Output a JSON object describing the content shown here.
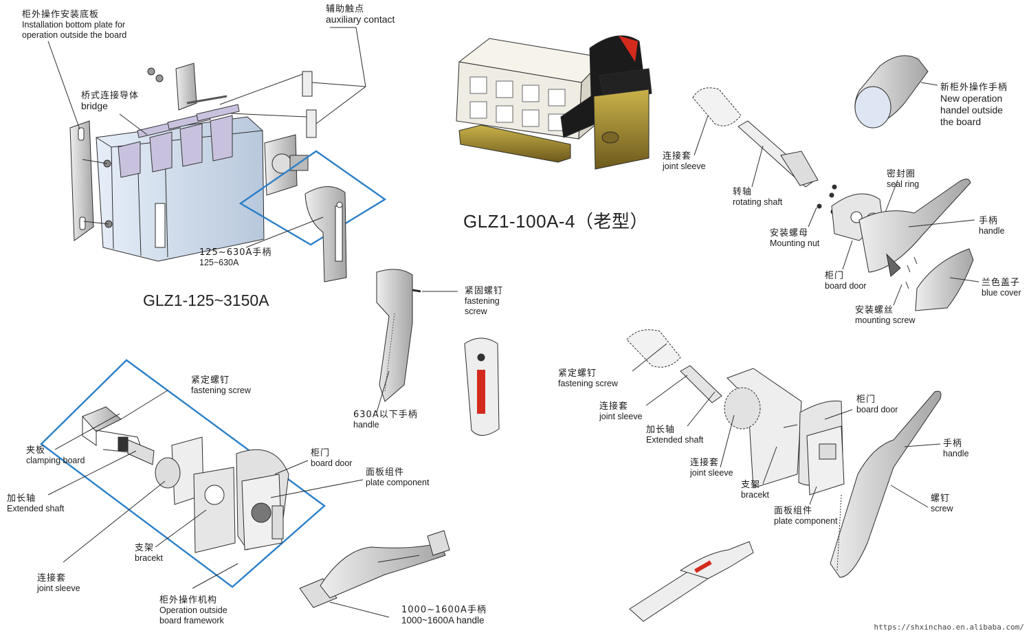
{
  "labels": {
    "install_plate": {
      "zh": "柜外操作安装底板",
      "en1": "Installation bottom plate for",
      "en2": "operation outside the board"
    },
    "aux_contact": {
      "zh": "辅助触点",
      "en": "auxiliary contact"
    },
    "bridge": {
      "zh": "桥式连接导体",
      "en": "bridge"
    },
    "handle_125_630": {
      "zh": "125~630A手柄",
      "en": "125~630A"
    },
    "model_main": "GLZ1-125~3150A",
    "model_old": "GLZ1-100A-4（老型）",
    "fastening_screw_mid": {
      "zh": "紧固螺钉",
      "en1": "fastening",
      "en2": "screw"
    },
    "handle_630_below": {
      "zh": "630A以下手柄",
      "en": "handle"
    },
    "fix_screw_left": {
      "zh": "紧定螺钉",
      "en": "fastening screw"
    },
    "clamping_board": {
      "zh": "夹板",
      "en": "clamping board"
    },
    "ext_shaft_left": {
      "zh": "加长轴",
      "en": "Extended shaft"
    },
    "board_door_left": {
      "zh": "柜门",
      "en": "board door"
    },
    "plate_component_left": {
      "zh": "面板组件",
      "en": "plate component"
    },
    "bracket_left": {
      "zh": "支架",
      "en": "bracekt"
    },
    "joint_sleeve_left": {
      "zh": "连接套",
      "en": "joint sleeve"
    },
    "op_framework": {
      "zh": "柜外操作机构",
      "en1": "Operation outside",
      "en2": "board framework"
    },
    "handle_1000_1600": {
      "zh": "1000~1600A手柄",
      "en": "1000~1600A handle"
    },
    "joint_sleeve_tr": {
      "zh": "连接套",
      "en": "joint sleeve"
    },
    "rotating_shaft": {
      "zh": "转轴",
      "en": "rotating shaft"
    },
    "new_handle": {
      "zh": "新柜外操作手柄",
      "en1": "New operation",
      "en2": "handel outside",
      "en3": "the board"
    },
    "seal_ring": {
      "zh": "密封圈",
      "en": "seal ring"
    },
    "mounting_nut": {
      "zh": "安装螺母",
      "en": "Mounting nut"
    },
    "handle_tr": {
      "zh": "手柄",
      "en": "handle"
    },
    "board_door_tr": {
      "zh": "柜门",
      "en": "board door"
    },
    "blue_cover": {
      "zh": "兰色盖子",
      "en": "blue cover"
    },
    "mounting_screw": {
      "zh": "安装螺丝",
      "en": "mounting screw"
    },
    "fix_screw_br": {
      "zh": "紧定螺钉",
      "en": "fastening screw"
    },
    "joint_sleeve_br1": {
      "zh": "连接套",
      "en": "joint sleeve"
    },
    "ext_shaft_br": {
      "zh": "加长轴",
      "en": "Extended shaft"
    },
    "joint_sleeve_br2": {
      "zh": "连接套",
      "en": "joint sleeve"
    },
    "bracket_br": {
      "zh": "支架",
      "en": "bracekt"
    },
    "board_door_br": {
      "zh": "柜门",
      "en": "board door"
    },
    "handle_br": {
      "zh": "手柄",
      "en": "handle"
    },
    "screw_br": {
      "zh": "螺钉",
      "en": "screw"
    },
    "plate_component_br": {
      "zh": "面板组件",
      "en": "plate component"
    }
  },
  "watermark": "https://shxinchao.en.alibaba.com/",
  "colors": {
    "accent_blue": "#2a7fc8",
    "handle_red": "#d42a1e",
    "line": "#2b2b2b"
  }
}
